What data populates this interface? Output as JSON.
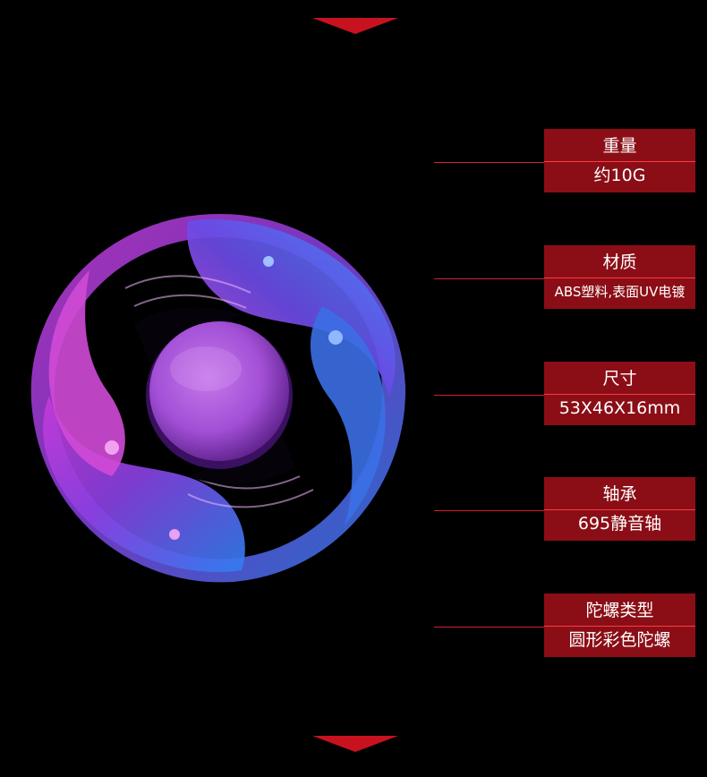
{
  "specs": [
    {
      "label": "重量",
      "value": "约10G"
    },
    {
      "label": "材质",
      "value": "ABS塑料,表面UV电镀"
    },
    {
      "label": "尺寸",
      "value": "53X46X16mm"
    },
    {
      "label": "轴承",
      "value": "695静音轴"
    },
    {
      "label": "陀螺类型",
      "value": "圆形彩色陀螺"
    }
  ],
  "colors": {
    "background": "#000000",
    "accent_red": "#c8121f",
    "panel_red": "#8b0e16",
    "spinner_pink": "#d24ad8",
    "spinner_blue": "#3d7de8"
  }
}
